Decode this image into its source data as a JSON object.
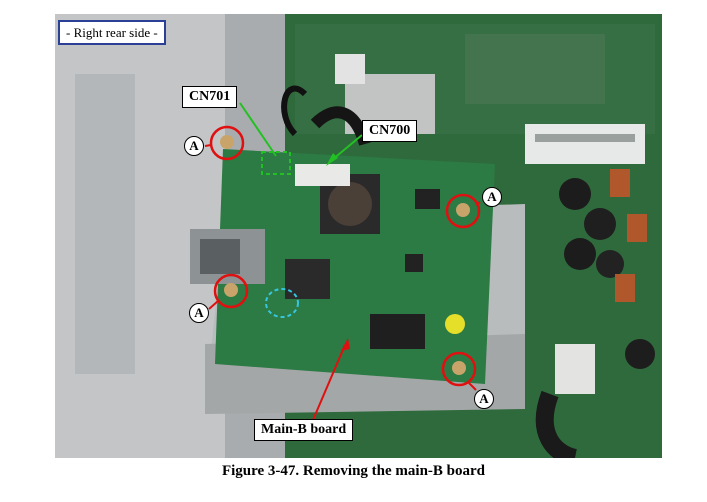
{
  "view_label": "- Right rear side -",
  "callouts": {
    "cn701": "CN701",
    "cn700": "CN700",
    "main_b_board": "Main-B board"
  },
  "screw_marker_letter": "A",
  "caption": "Figure 3-47.  Removing the main-B board",
  "colors": {
    "callout_line_green": "#22c022",
    "callout_line_red": "#e01010",
    "screw_circle_red": "#e01010",
    "view_tag_border": "#2b3f96"
  }
}
